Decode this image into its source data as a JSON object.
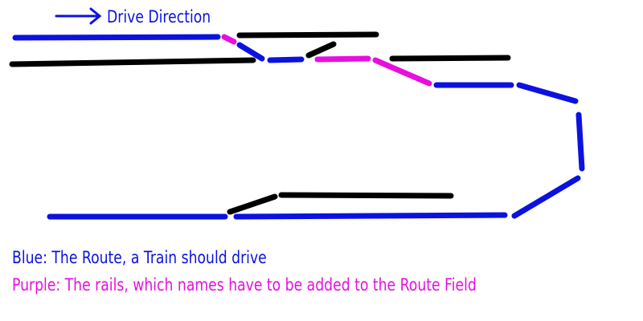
{
  "colors": {
    "route": "#0b12e0",
    "rails": "#e60fe0",
    "track": "#000000"
  },
  "direction": {
    "label": "Drive Direction",
    "icon": "right-arrow-icon"
  },
  "legend": {
    "blue": "Blue: The Route, a Train should drive",
    "purple": "Purple: The rails, which names have to be added to the Route Field"
  }
}
